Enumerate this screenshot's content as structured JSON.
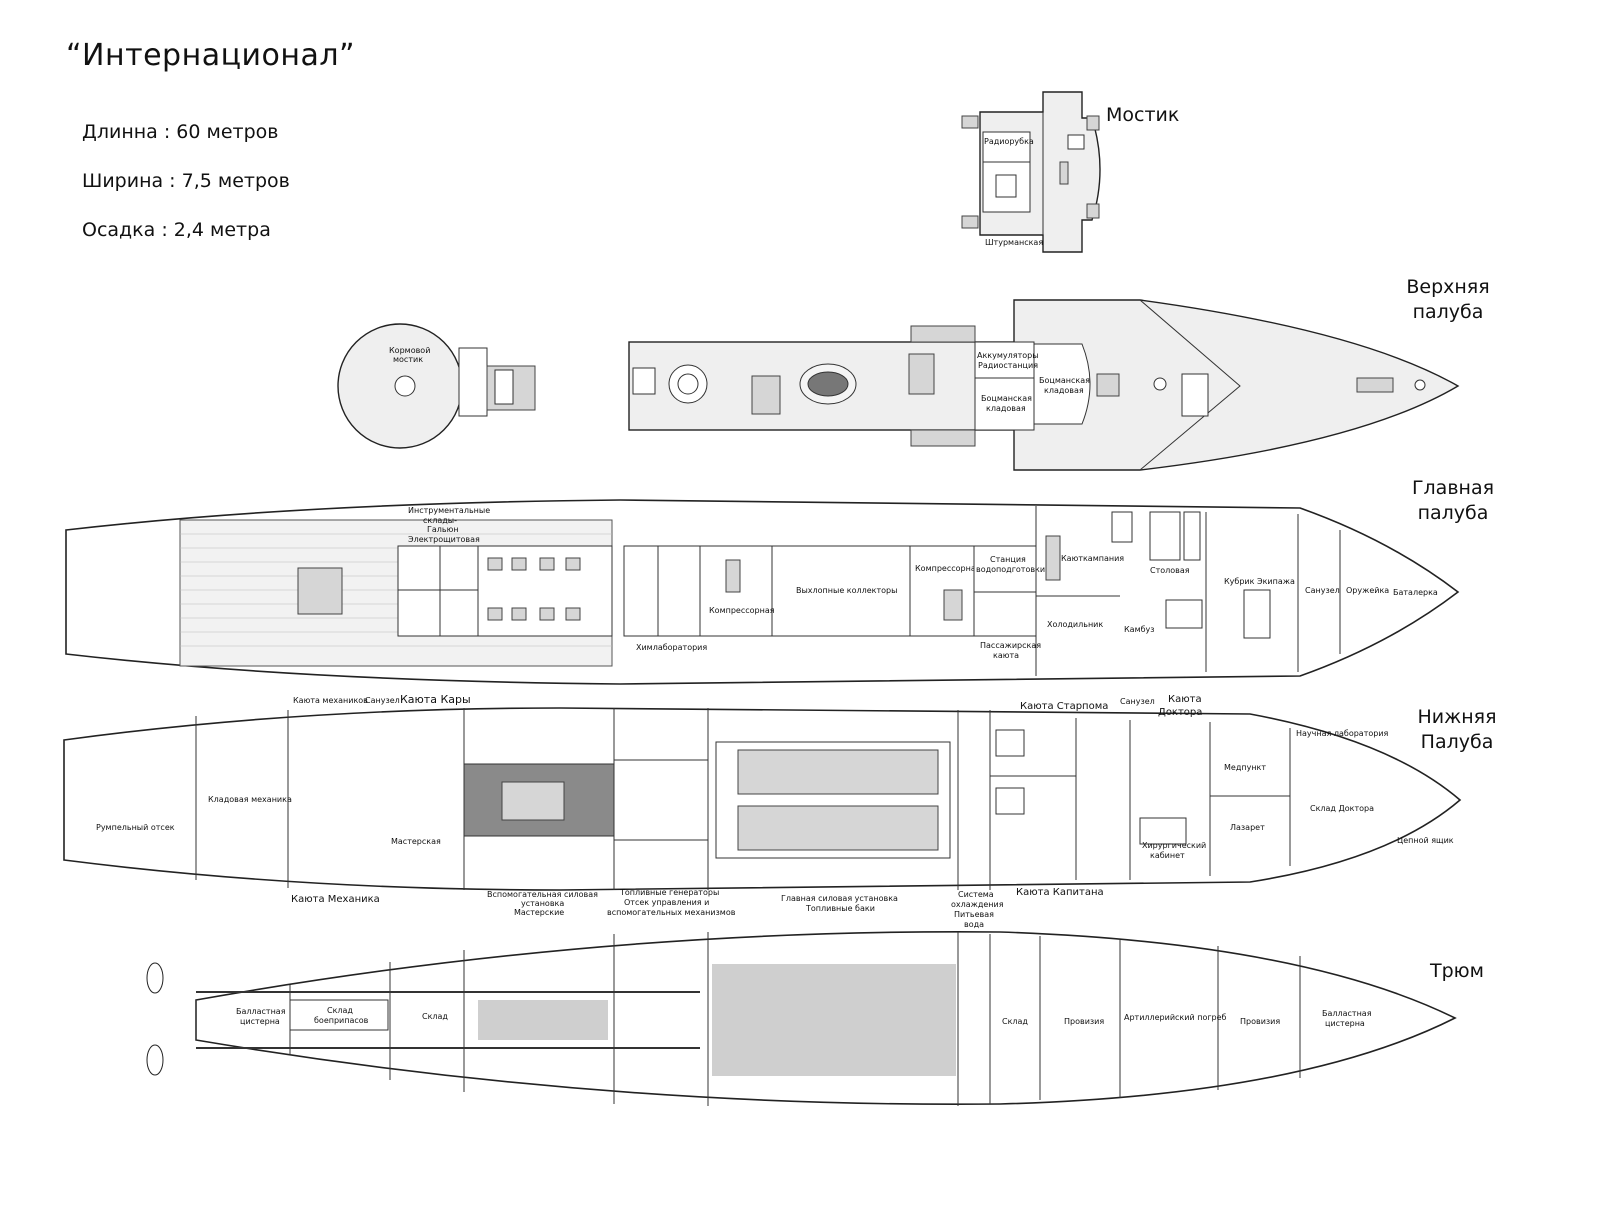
{
  "title": "“Интернационал”",
  "specs": [
    {
      "label": "Длинна  : 60 метров"
    },
    {
      "label": "Ширина : 7,5 метров"
    },
    {
      "label": "Осадка  : 2,4 метра"
    }
  ],
  "decks": {
    "bridge": {
      "name": "Мостик",
      "rooms": [
        "Радиорубка",
        "Штурманская"
      ]
    },
    "upper": {
      "name_line1": "Верхняя",
      "name_line2": "палуба",
      "rooms": [
        "Кормовой",
        "мостик",
        "Аккумуляторы",
        "Радиостанция",
        "Боцманская",
        "кладовая",
        "Боцманская",
        "кладовая"
      ]
    },
    "main": {
      "name_line1": "Главная",
      "name_line2": "палуба",
      "rooms": [
        "Инструментальные",
        "склады-",
        "Гальюн",
        "Электрощитовая",
        "Химлаборатория",
        "Компрессорная",
        "Выхлопные коллекторы",
        "Компрессорная",
        "Станция",
        "водоподготовки",
        "Пассажирская",
        "каюта",
        "Каюткампания",
        "Холодильник",
        "Камбуз",
        "Столовая",
        "Кубрик Экипажа",
        "Санузел",
        "Оружейка",
        "Баталерка"
      ]
    },
    "lower": {
      "name_line1": "Нижняя",
      "name_line2": "Палуба",
      "rooms": [
        "Каюта механиков",
        "Санузел",
        "Каюта Кары",
        "Кладовая механика",
        "Румпельный отсек",
        "Мастерская",
        "Каюта Механика",
        "Вспомогательная силовая",
        "установка",
        "Мастерские",
        "Топливные генераторы",
        "Отсек управления и",
        "вспомогательных механизмов",
        "Главная силовая установка",
        "Топливные баки",
        "Система",
        "охлаждения",
        "Питьевая",
        "вода",
        "Каюта Старпома",
        "Санузел",
        "Каюта",
        "Доктора",
        "Научная лаборатория",
        "Медпункт",
        "Хирургический",
        "кабинет",
        "Лазарет",
        "Склад Доктора",
        "Цепной ящик",
        "Каюта Капитана"
      ]
    },
    "hold": {
      "name": "Трюм",
      "rooms": [
        "Балластная",
        "цистерна",
        "Склад",
        "боеприпасов",
        "Склад",
        "Склад",
        "Провизия",
        "Артиллерийский погреб",
        "Провизия",
        "Балластная",
        "цистерна"
      ]
    }
  }
}
